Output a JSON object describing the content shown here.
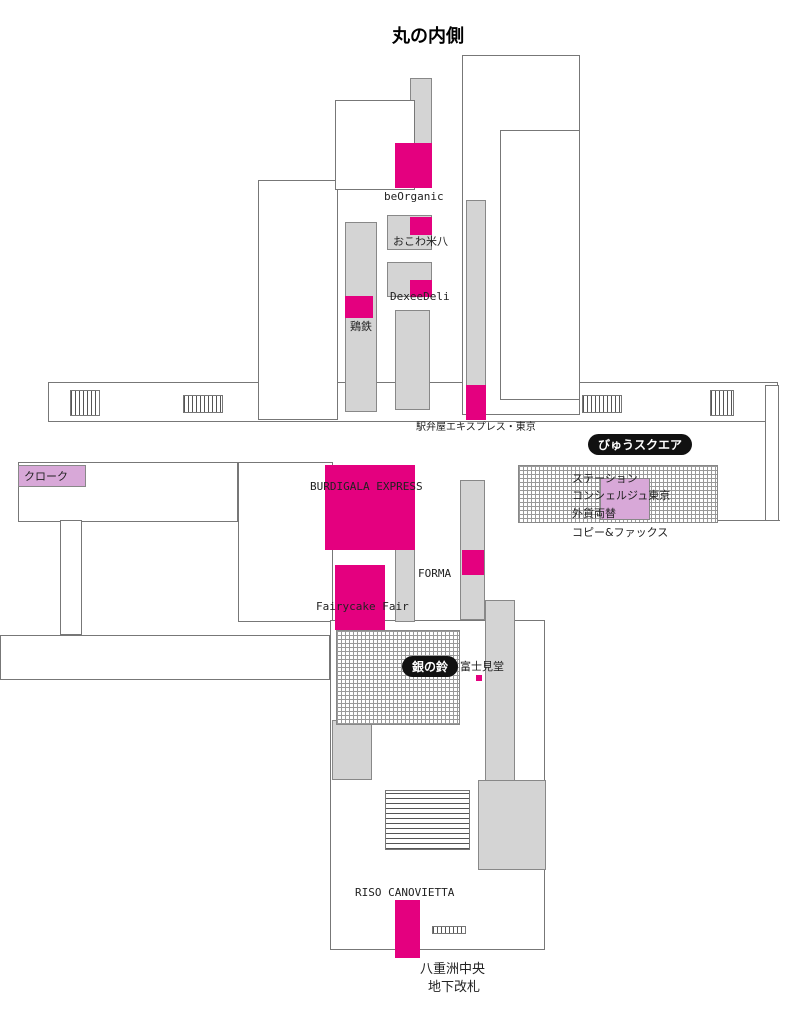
{
  "map_title": "丸の内側",
  "shops": {
    "beorganic": "beOrganic",
    "okowa": "おこわ米八",
    "dexeedeli": "DexeeDeli",
    "kakiyasu": "鶏鉄",
    "express": "駅弁屋エキスプレス・東京",
    "burdigala": "BURDIGALA EXPRESS",
    "forma": "FORMA",
    "fairycake": "Fairycake Fair",
    "fujimido": "富士見堂",
    "riso": "RISO CANOVIETTA"
  },
  "facilities": {
    "cloak": "クローク",
    "view_square": "びゅうスクエア",
    "station": "ステーション",
    "concierge": "コンシェルジュ東京",
    "exchange": "外貨両替",
    "copy_fax": "コピー&ファックス",
    "gin_no_suzu": "銀の鈴"
  },
  "gate": {
    "line1": "八重洲中央",
    "line2": "地下改札"
  },
  "colors": {
    "shop": "#e4007f",
    "service": "#d8a8d8",
    "hatched": "#999999"
  }
}
